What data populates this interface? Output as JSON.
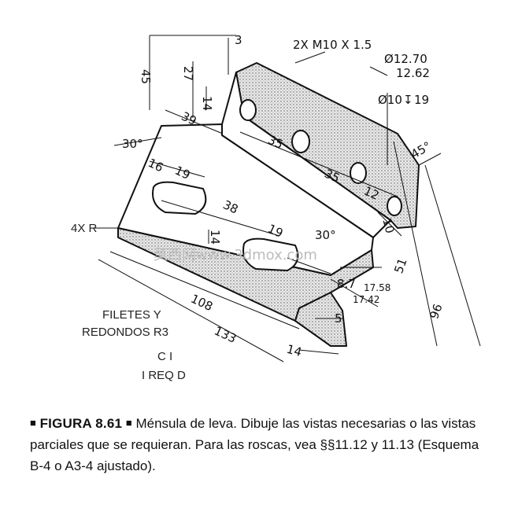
{
  "labels": {
    "top_mid": "2X M10 X 1.5",
    "d1_top": "Ø12.70",
    "d1_bot": "12.62",
    "hole_top": "Ø10",
    "hole_depth": "19",
    "d3": "3",
    "d45": "45",
    "d27": "27",
    "d14a": "14",
    "d39": "39",
    "d35a": "35",
    "d35b": "35",
    "d12": "12",
    "d45deg": "45°",
    "d30deg": "30°",
    "d16": "16",
    "d19a": "19",
    "d38": "38",
    "d14b": "14",
    "d19b": "19",
    "d10": "10",
    "d30deg2": "30°",
    "d51": "51",
    "d96": "96",
    "d8_7": "8.7",
    "d17_58": "17.58",
    "d17_42": "17.42",
    "d5": "5",
    "d108": "108",
    "d133": "133",
    "d14c": "14",
    "four_r": "4X R",
    "fillets_1": "FILETES Y",
    "fillets_2": "REDONDOS R3",
    "ci": "C I",
    "req": "I REQ D",
    "watermark": "莫西网www.3dmox.com"
  },
  "caption": {
    "marker": "■",
    "figure": "FIGURA 8.61",
    "text": "Ménsula de leva. Dibuje las vistas necesarias o las vistas parciales que se requieran. Para las roscas, vea §§11.12 y 11.13 (Esquema B-4 o A3-4 ajustado)."
  }
}
